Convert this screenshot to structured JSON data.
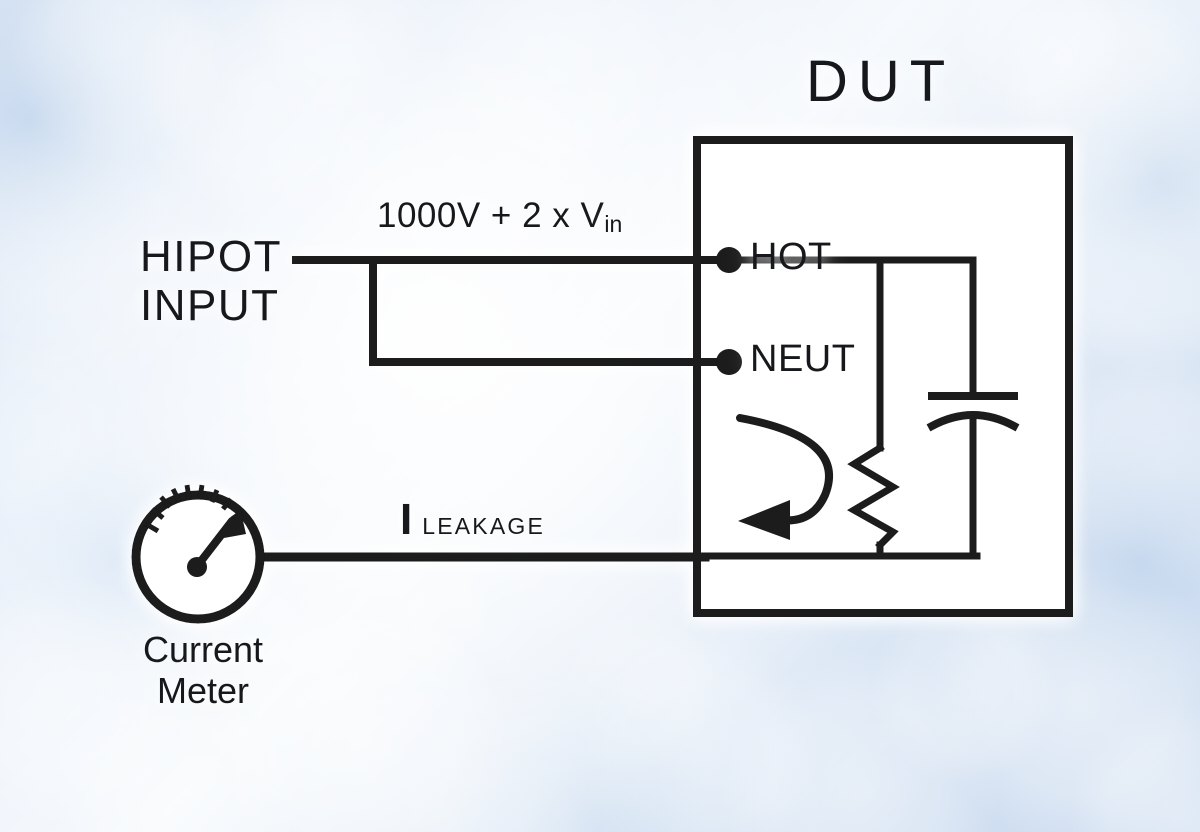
{
  "diagram": {
    "title": "DUT",
    "background_color": "#dce7f5",
    "line_color": "#1a1a1a",
    "box_fill": "#ffffff",
    "labels": {
      "dut": "DUT",
      "hipot_input_line1": "HIPOT",
      "hipot_input_line2": "INPUT",
      "voltage_main": "1000V + 2 x V",
      "voltage_subscript": "in",
      "hot": "HOT",
      "neut": "NEUT",
      "leakage_symbol": "I",
      "leakage_subscript": "LEAKAGE",
      "meter_line1": "Current",
      "meter_line2": "Meter"
    },
    "components": {
      "dut_box": "device-under-test enclosure",
      "resistor": "leakage resistance (zigzag)",
      "capacitor": "leakage capacitance (polarized)",
      "current_arrow": "curved leakage current flow arrow",
      "meter": "analog current meter gauge",
      "terminal_hot": "hot terminal dot",
      "terminal_neut": "neutral terminal dot"
    }
  }
}
